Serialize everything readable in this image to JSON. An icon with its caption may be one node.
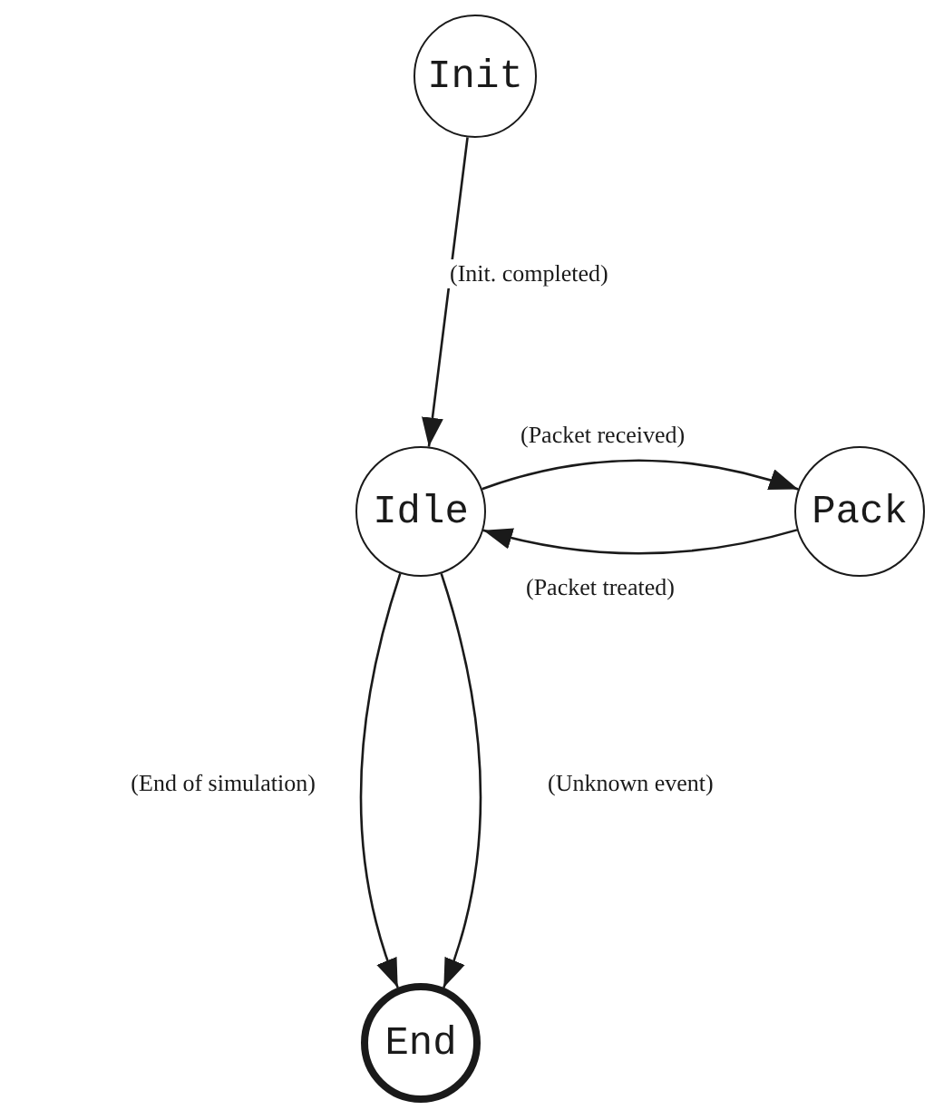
{
  "diagram": {
    "nodes": [
      {
        "text": [
          "Init"
        ]
      },
      {
        "text": [
          "Idle"
        ]
      },
      {
        "text": [
          "Pack"
        ]
      },
      {
        "text": [
          "End"
        ]
      }
    ],
    "edges": [
      {
        "from": 0,
        "to": 1,
        "arrow": "to",
        "label": "(Init. completed)"
      },
      {
        "from": 1,
        "to": 2,
        "arrow": "to",
        "label": "(Packet received)"
      },
      {
        "from": 2,
        "to": 1,
        "arrow": "to",
        "label": "(Packet treated)"
      },
      {
        "from": 1,
        "to": 3,
        "arrow": "to",
        "label": "(End of simulation)"
      },
      {
        "from": 1,
        "to": 3,
        "arrow": "to",
        "label": "(Unknown event)"
      }
    ]
  }
}
